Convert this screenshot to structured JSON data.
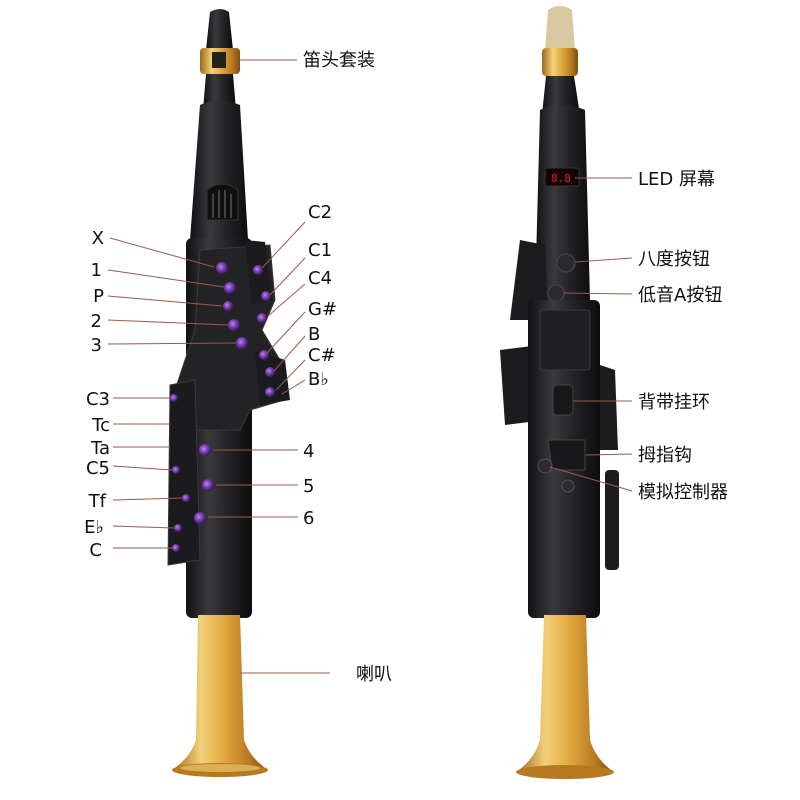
{
  "front_view": {
    "labels_left": [
      {
        "key": "x",
        "text": "X"
      },
      {
        "key": "k1",
        "text": "1"
      },
      {
        "key": "p",
        "text": "P"
      },
      {
        "key": "k2",
        "text": "2"
      },
      {
        "key": "k3",
        "text": "3"
      },
      {
        "key": "c3",
        "text": "C3"
      },
      {
        "key": "tc",
        "text": "Tc"
      },
      {
        "key": "ta",
        "text": "Ta"
      },
      {
        "key": "c5",
        "text": "C5"
      },
      {
        "key": "tf",
        "text": "Tf"
      },
      {
        "key": "eb",
        "text": "E♭"
      },
      {
        "key": "c",
        "text": "C"
      }
    ],
    "labels_right": [
      {
        "key": "mouthpiece",
        "text": "笛头套装"
      },
      {
        "key": "c2",
        "text": "C2"
      },
      {
        "key": "c1",
        "text": "C1"
      },
      {
        "key": "c4",
        "text": "C4"
      },
      {
        "key": "gs",
        "text": "G#"
      },
      {
        "key": "b",
        "text": "B"
      },
      {
        "key": "cs",
        "text": "C#"
      },
      {
        "key": "bb",
        "text": "B♭"
      },
      {
        "key": "k4",
        "text": "4"
      },
      {
        "key": "k5",
        "text": "5"
      },
      {
        "key": "k6",
        "text": "6"
      },
      {
        "key": "bell",
        "text": "喇叭"
      }
    ]
  },
  "back_view": {
    "labels": [
      {
        "key": "led",
        "text": "LED 屏幕"
      },
      {
        "key": "octave",
        "text": "八度按钮"
      },
      {
        "key": "lowa",
        "text": "低音A按钮"
      },
      {
        "key": "strap",
        "text": "背带挂环"
      },
      {
        "key": "thumb",
        "text": "拇指钩"
      },
      {
        "key": "analog",
        "text": "模拟控制器"
      }
    ]
  },
  "colors": {
    "body": "#1e1e20",
    "body_edge": "#2c2c2f",
    "gold": "#c8922e",
    "gold_light": "#f3d27a",
    "key_accent": "#7b3fb8",
    "leader_line": "#9a5a4a"
  }
}
